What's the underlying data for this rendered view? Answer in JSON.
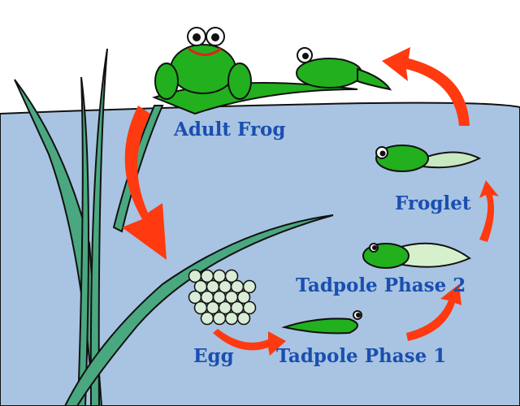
{
  "labels": {
    "adult_frog": "Adult Frog",
    "froglet": "Froglet",
    "tadpole_phase_2": "Tadpole Phase 2",
    "egg": "Egg",
    "tadpole_phase_1": "Tadpole Phase 1"
  },
  "colors": {
    "water": "#a8c4e2",
    "label": "#1a4eb0",
    "arrow": "#ff3a10",
    "frog": "#22b01e",
    "reed": "#4aa880"
  }
}
